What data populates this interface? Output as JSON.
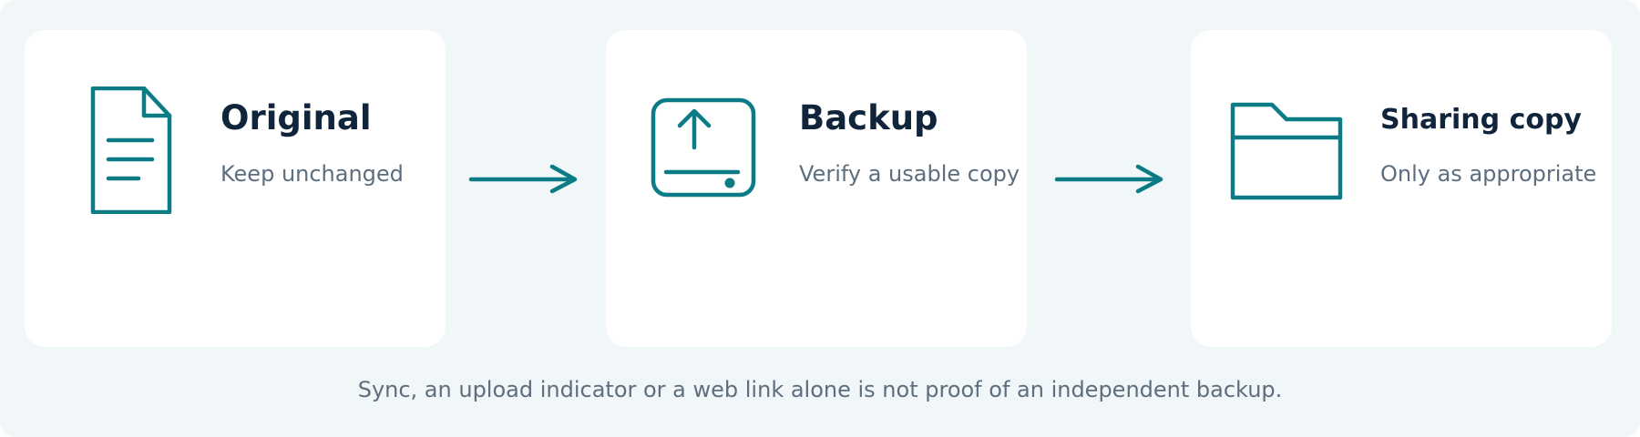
{
  "theme": {
    "background": "#f1f6f8",
    "card": "#ffffff",
    "accent": "#0b7c85",
    "title_color": "#10243b",
    "text_color": "#5d6e7e"
  },
  "steps": [
    {
      "title": "Original",
      "subtitle": "Keep unchanged",
      "icon": "document-icon"
    },
    {
      "title": "Backup",
      "subtitle": "Verify a usable copy",
      "icon": "backup-drive-icon"
    },
    {
      "title": "Sharing copy",
      "subtitle": "Only as appropriate",
      "icon": "folder-icon"
    }
  ],
  "connectors": [
    {
      "icon": "arrow-right-icon"
    },
    {
      "icon": "arrow-right-icon"
    }
  ],
  "footnote": "Sync, an upload indicator or a web link alone is not proof of an independent backup."
}
